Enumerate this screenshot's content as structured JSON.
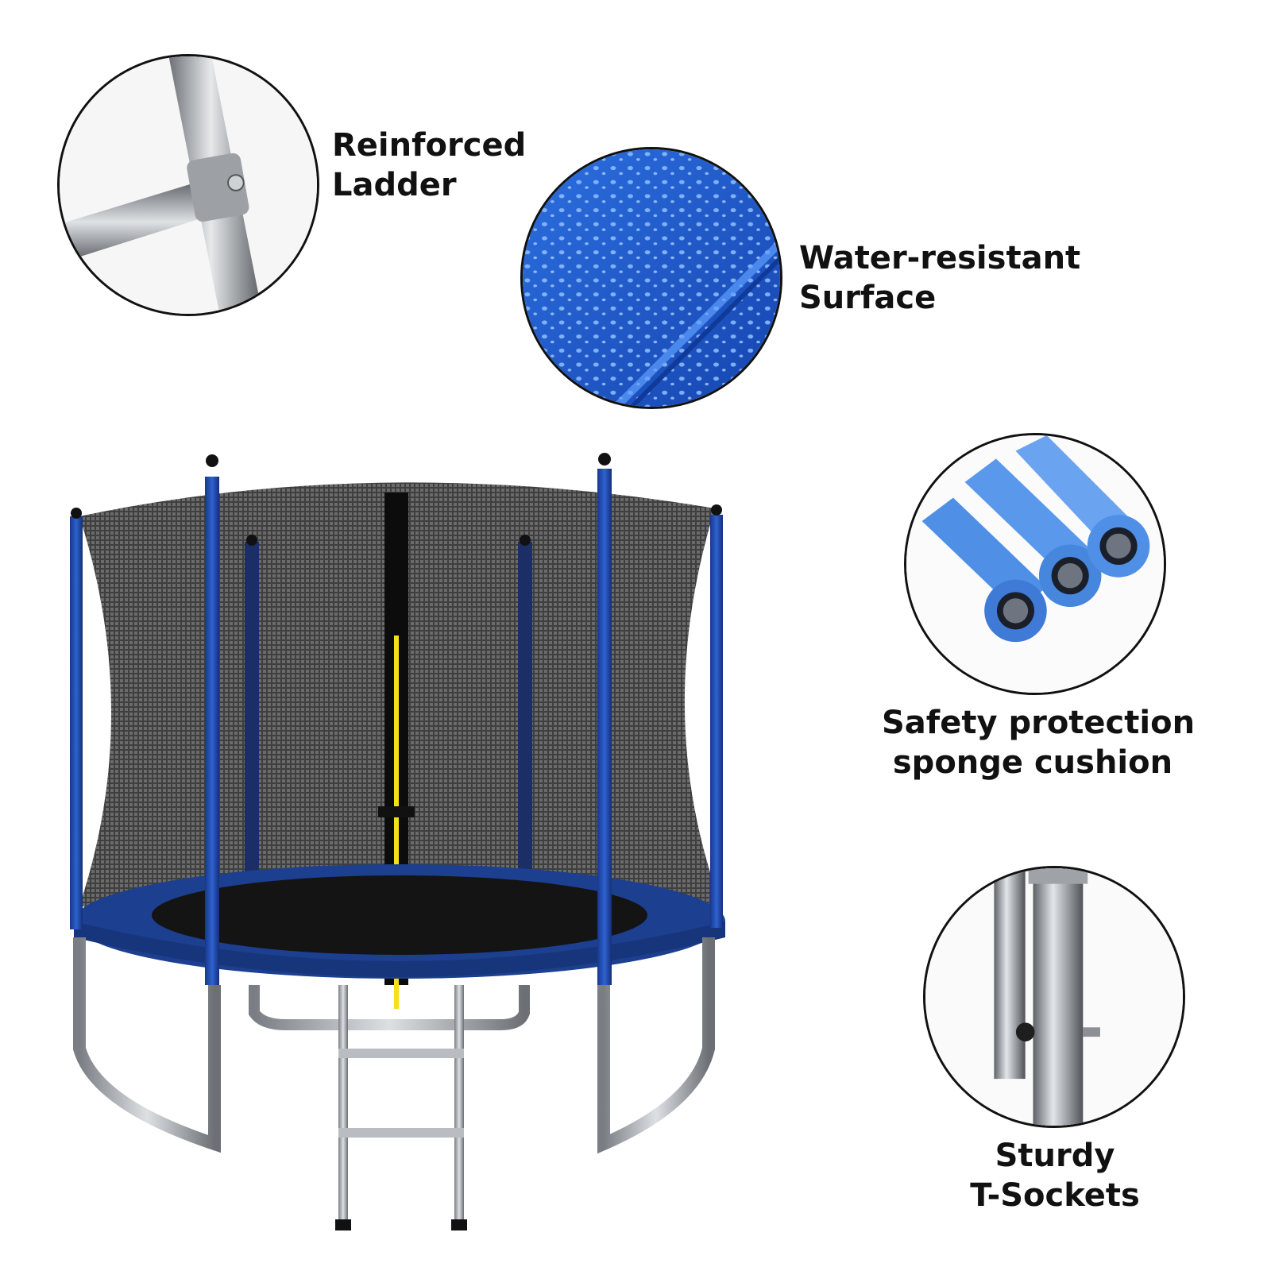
{
  "features": [
    {
      "id": "ladder",
      "lines": [
        "Reinforced",
        "Ladder"
      ],
      "icon": "ladder-joint-icon"
    },
    {
      "id": "surface",
      "lines": [
        "Water-resistant",
        "Surface"
      ],
      "icon": "water-droplets-icon"
    },
    {
      "id": "foam",
      "lines": [
        "Safety protection",
        "sponge cushion"
      ],
      "icon": "foam-tubes-icon"
    },
    {
      "id": "sockets",
      "lines": [
        "Sturdy",
        "T-Sockets"
      ],
      "icon": "t-socket-icon"
    }
  ],
  "colors": {
    "pole_blue": "#1f4fb3",
    "pad_blue": "#1c3f8f",
    "net": "#1b1b1b",
    "steel": "#a9adb3",
    "foam": "#4f8fe6",
    "zipper": "#f2e21a"
  }
}
